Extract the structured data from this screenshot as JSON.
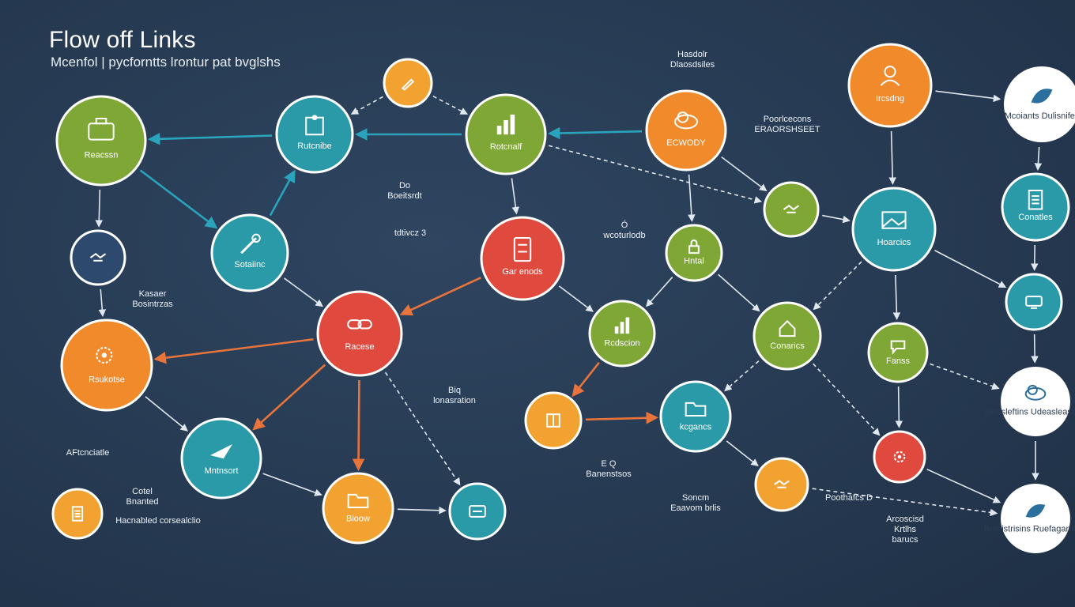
{
  "title": "Flow off Links",
  "subtitle": "Mcenfol | pycforntts lrontur pat bvglshs",
  "colors": {
    "background": "#263a52",
    "green": "#7fa736",
    "teal": "#2b9aa8",
    "orange": "#f08a2a",
    "red": "#e04a3e",
    "amber": "#f2a230",
    "navy": "#2d4a6e",
    "white": "#ffffff",
    "edge_teal": "#2aa3bd",
    "edge_orange": "#e8743b",
    "edge_green": "#8db93a",
    "edge_white": "#dfe7ef"
  },
  "nodes": [
    {
      "id": "n1",
      "label": "Reacssn",
      "color": "green",
      "icon": "briefcase-icon"
    },
    {
      "id": "n2",
      "label": "Rutcnibe",
      "color": "teal",
      "icon": "puzzle-icon"
    },
    {
      "id": "n3",
      "label": "",
      "color": "amber",
      "icon": "pen-icon"
    },
    {
      "id": "n4",
      "label": "Rotcnalf",
      "color": "green",
      "icon": "chart-icon"
    },
    {
      "id": "n5",
      "label": "ECWODY",
      "color": "orange",
      "icon": "cloud-icon"
    },
    {
      "id": "n6",
      "label": "Ircsdng",
      "color": "orange",
      "icon": "user-icon"
    },
    {
      "id": "n7",
      "label": "Mcoiants Dulisnifes",
      "color": "white",
      "icon": "leaf-icon"
    },
    {
      "id": "n8",
      "label": "",
      "color": "navy",
      "icon": "handshake-icon"
    },
    {
      "id": "n9",
      "label": "Sotaiinc",
      "color": "teal",
      "icon": "tools-icon"
    },
    {
      "id": "n10",
      "label": "Gar enods",
      "color": "red",
      "icon": "calculator-icon"
    },
    {
      "id": "n11",
      "label": "",
      "color": "green",
      "icon": "handshake-icon"
    },
    {
      "id": "n12",
      "label": "Hntal",
      "color": "green",
      "icon": "lock-icon"
    },
    {
      "id": "n13",
      "label": "Hoarcics",
      "color": "teal",
      "icon": "image-icon"
    },
    {
      "id": "n14",
      "label": "Conatles",
      "color": "teal",
      "icon": "document-icon"
    },
    {
      "id": "n15",
      "label": "Rsukotse",
      "color": "orange",
      "icon": "gears-icon"
    },
    {
      "id": "n16",
      "label": "Racese",
      "color": "red",
      "icon": "link-icon"
    },
    {
      "id": "n17",
      "label": "Rcdscion",
      "color": "green",
      "icon": "chart-icon"
    },
    {
      "id": "n18",
      "label": "Conarics",
      "color": "green",
      "icon": "house-icon"
    },
    {
      "id": "n19",
      "label": "",
      "color": "teal",
      "icon": "monitor-icon"
    },
    {
      "id": "n20",
      "label": "Fanss",
      "color": "green",
      "icon": "chat-icon"
    },
    {
      "id": "n21",
      "label": "kcgancs",
      "color": "teal",
      "icon": "folder-icon"
    },
    {
      "id": "n22",
      "label": "",
      "color": "amber",
      "icon": "box-icon"
    },
    {
      "id": "n23",
      "label": "Deasleftins Udeasleasrins",
      "color": "white",
      "icon": "cloud-icon"
    },
    {
      "id": "n24",
      "label": "Mntnsort",
      "color": "teal",
      "icon": "rocket-icon"
    },
    {
      "id": "n25",
      "label": "Bioow",
      "color": "amber",
      "icon": "folder-icon"
    },
    {
      "id": "n26",
      "label": "",
      "color": "teal",
      "icon": "card-icon"
    },
    {
      "id": "n27",
      "label": "",
      "color": "amber",
      "icon": "handshake-icon"
    },
    {
      "id": "n28",
      "label": "",
      "color": "red",
      "icon": "gear-icon"
    },
    {
      "id": "n29",
      "label": "Brsnistrisins Ruefagamhes",
      "color": "white",
      "icon": "leaf-icon"
    },
    {
      "id": "n30",
      "label": "",
      "color": "amber",
      "icon": "document-icon"
    }
  ],
  "annotations": [
    {
      "id": "a1",
      "lines": [
        "Hasdolr",
        "Dlaosdsiles"
      ]
    },
    {
      "id": "a2",
      "lines": [
        "Poorlcecons",
        "ERAORSHSEET"
      ]
    },
    {
      "id": "a3",
      "lines": [
        "Do",
        "Boeitsrdt"
      ]
    },
    {
      "id": "a4",
      "lines": [
        "tdtivcz 3"
      ]
    },
    {
      "id": "a5",
      "lines": [
        "Ó",
        "wcoturlodb"
      ]
    },
    {
      "id": "a6",
      "lines": [
        "Kasaer",
        "Bosintrzas"
      ]
    },
    {
      "id": "a7",
      "lines": [
        "Biq",
        "lonasration"
      ]
    },
    {
      "id": "a8",
      "lines": [
        "AFtcnciatle"
      ]
    },
    {
      "id": "a9",
      "lines": [
        "Cotel",
        "Bnanted"
      ]
    },
    {
      "id": "a10",
      "lines": [
        "Hacnabled corsealclio"
      ]
    },
    {
      "id": "a11",
      "lines": [
        "E Q",
        "Banenstsos"
      ]
    },
    {
      "id": "a12",
      "lines": [
        "Soncm",
        "Eaavom brlis"
      ]
    },
    {
      "id": "a13",
      "lines": [
        "Poothafcs  D"
      ]
    },
    {
      "id": "a14",
      "lines": [
        "Arcoscisd",
        "Krtlhs",
        "barucs"
      ]
    }
  ]
}
